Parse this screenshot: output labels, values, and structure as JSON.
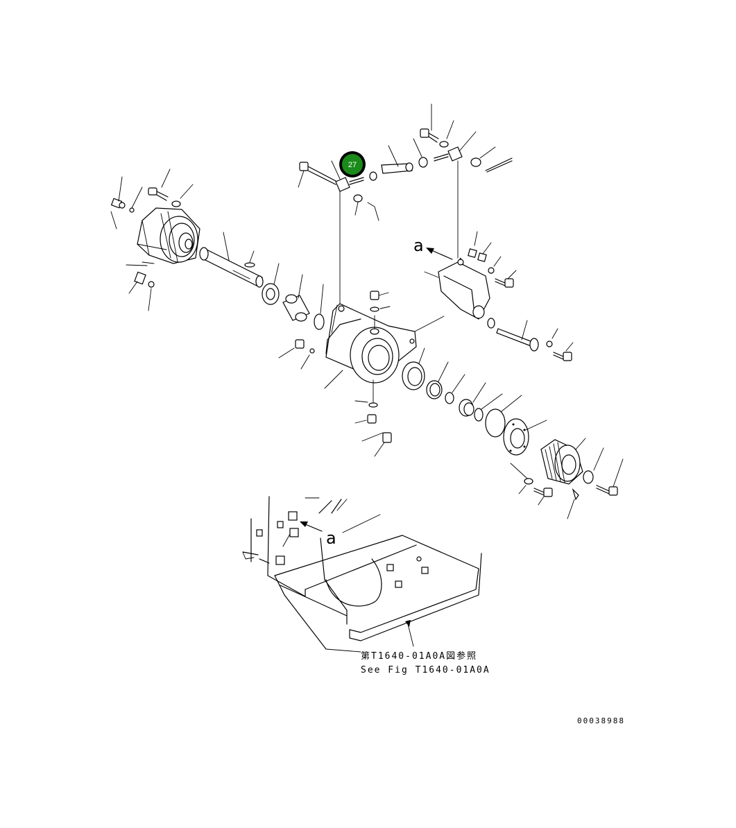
{
  "callouts": [
    {
      "number": "27",
      "color": "#1a8a1a",
      "ring_color": "#000000"
    }
  ],
  "view_marks": {
    "top": "a",
    "bottom": "a"
  },
  "reference": {
    "line_jp": "第T1640-01A0A図参照",
    "line_en": "See Fig T1640-01A0A"
  },
  "illustration_code": "00038988"
}
